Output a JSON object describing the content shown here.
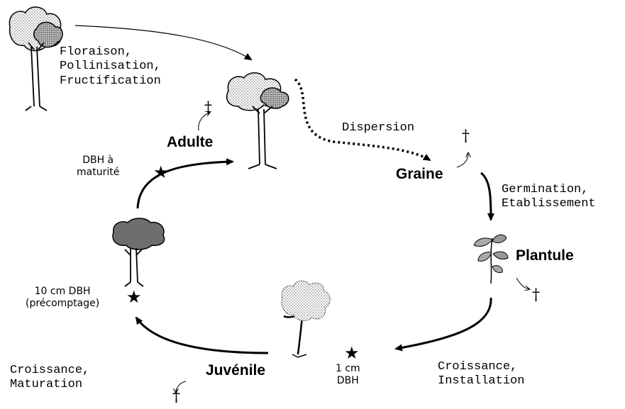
{
  "stages": {
    "adulte": "Adulte",
    "graine": "Graine",
    "plantule": "Plantule",
    "juvenile": "Juvénile"
  },
  "processes": {
    "floraison": "Floraison,\nPollinisation,\nFructification",
    "dispersion": "Dispersion",
    "germination": "Germination,\nEtablissement",
    "croissance_installation": "Croissance,\nInstallation",
    "croissance_maturation": "Croissance,\nMaturation"
  },
  "thresholds": {
    "dbh_maturite": "DBH à\nmaturité",
    "dbh_10cm": "10 cm DBH\n(précomptage)",
    "dbh_1cm": "1 cm\nDBH"
  },
  "symbols": {
    "mortality": "†",
    "threshold": "★"
  },
  "icons": [
    "flowering-tree-icon",
    "fruiting-adult-tree-icon",
    "seedling-icon",
    "juvenile-tree-icon",
    "pole-tree-icon"
  ]
}
